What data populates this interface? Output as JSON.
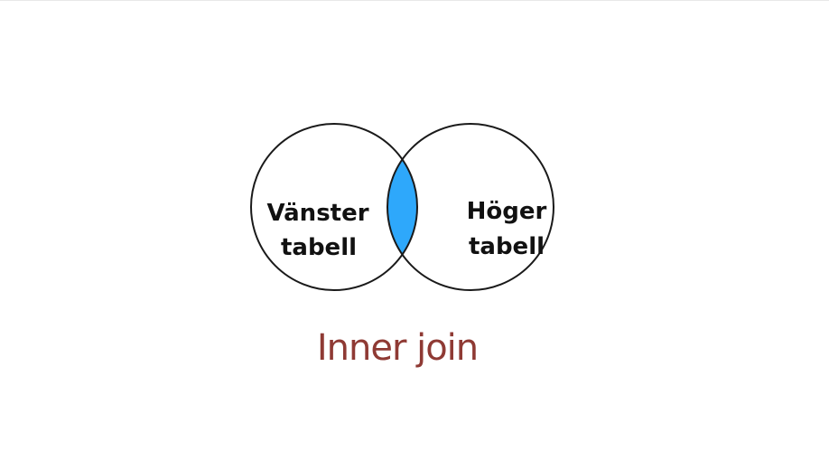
{
  "diagram": {
    "type": "venn",
    "left_set": {
      "line1": "Vänster",
      "line2": "tabell"
    },
    "right_set": {
      "line1": "Höger",
      "line2": "tabell"
    },
    "highlighted_region": "intersection",
    "highlight_color": "#2ea8fb",
    "outline_color": "#1a1a1a",
    "caption": "Inner join",
    "caption_color": "#8f3a34"
  }
}
